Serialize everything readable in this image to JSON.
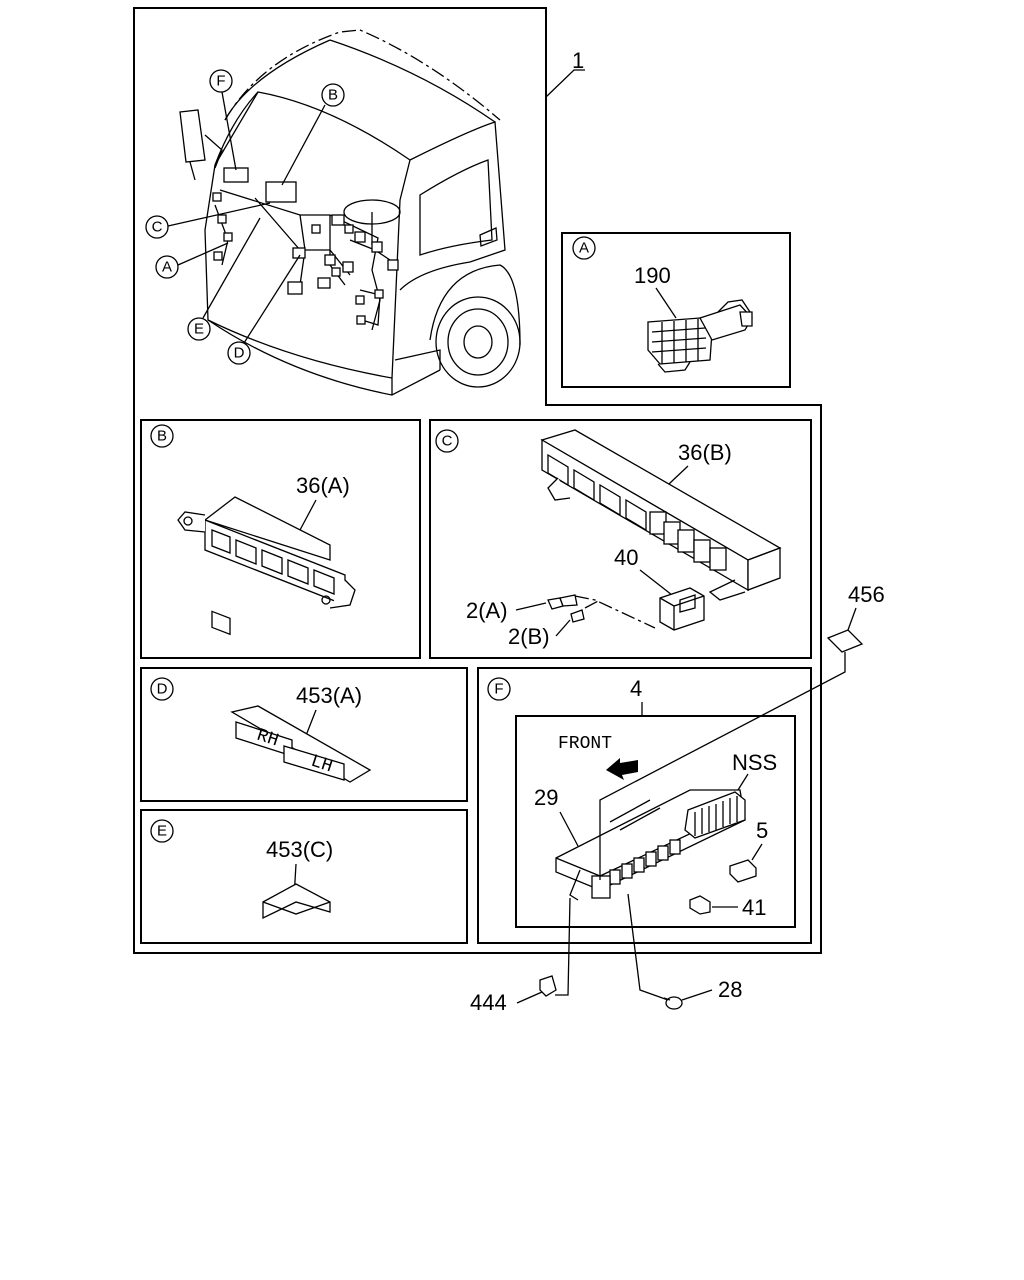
{
  "callouts": {
    "assembly": "1",
    "wire_f": "F",
    "wire_b": "B",
    "wire_c": "C",
    "wire_a": "A",
    "wire_e": "E",
    "wire_d": "D"
  },
  "detail_a": {
    "badge": "A",
    "parts": [
      "190"
    ]
  },
  "detail_b": {
    "badge": "B",
    "parts": [
      "36(A)"
    ]
  },
  "detail_c": {
    "badge": "C",
    "parts": [
      "36(B)",
      "40",
      "2(A)",
      "2(B)"
    ]
  },
  "detail_d": {
    "badge": "D",
    "parts": [
      "453(A)"
    ],
    "marks": [
      "RH",
      "LH"
    ]
  },
  "detail_e": {
    "badge": "E",
    "parts": [
      "453(C)"
    ]
  },
  "detail_f": {
    "badge": "F",
    "sub_assembly": "4",
    "direction": "FRONT",
    "parts": [
      "NSS",
      "29",
      "5",
      "41"
    ]
  },
  "loose_parts": [
    "456",
    "444",
    "28"
  ]
}
